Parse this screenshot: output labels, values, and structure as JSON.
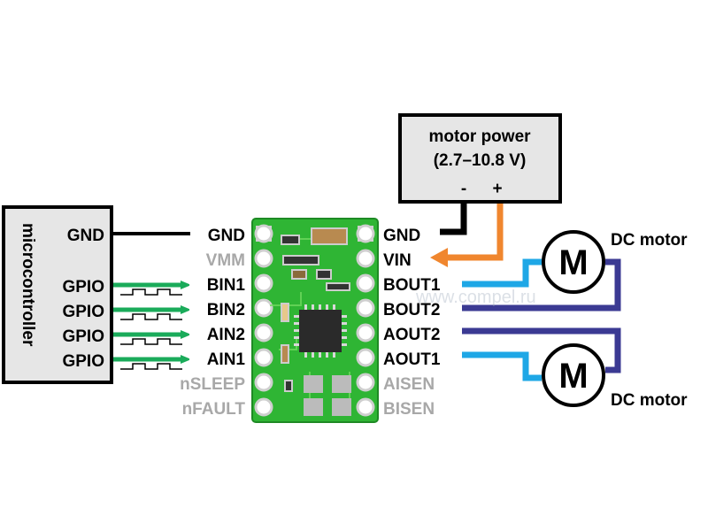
{
  "microcontroller": {
    "title": "microcontroller",
    "pins": [
      "GND",
      "GPIO",
      "GPIO",
      "GPIO",
      "GPIO"
    ]
  },
  "board": {
    "left_pins": [
      {
        "label": "GND",
        "active": true
      },
      {
        "label": "VMM",
        "active": false
      },
      {
        "label": "BIN1",
        "active": true
      },
      {
        "label": "BIN2",
        "active": true
      },
      {
        "label": "AIN2",
        "active": true
      },
      {
        "label": "AIN1",
        "active": true
      },
      {
        "label": "nSLEEP",
        "active": false
      },
      {
        "label": "nFAULT",
        "active": false
      }
    ],
    "right_pins": [
      {
        "label": "GND",
        "active": true
      },
      {
        "label": "VIN",
        "active": true
      },
      {
        "label": "BOUT1",
        "active": true
      },
      {
        "label": "BOUT2",
        "active": true
      },
      {
        "label": "AOUT2",
        "active": true
      },
      {
        "label": "AOUT1",
        "active": true
      },
      {
        "label": "AISEN",
        "active": false
      },
      {
        "label": "BISEN",
        "active": false
      }
    ]
  },
  "power": {
    "title_line1": "motor power",
    "title_line2": "(2.7–10.8 V)",
    "minus": "-",
    "plus": "+"
  },
  "motors": [
    {
      "symbol": "M",
      "label": "DC motor"
    },
    {
      "symbol": "M",
      "label": "DC motor"
    }
  ],
  "watermark": {
    "text": "www.compel.ru"
  },
  "colors": {
    "gpio_signal": "#1aab5a",
    "ground": "#000000",
    "power_positive": "#f0862e",
    "motor_wire_light": "#1ea7e6",
    "motor_wire_dark": "#3b3a93",
    "pcb_green": "#2fb534",
    "box_fill": "#e6e6e6",
    "inactive_label": "#a8a8a8"
  }
}
